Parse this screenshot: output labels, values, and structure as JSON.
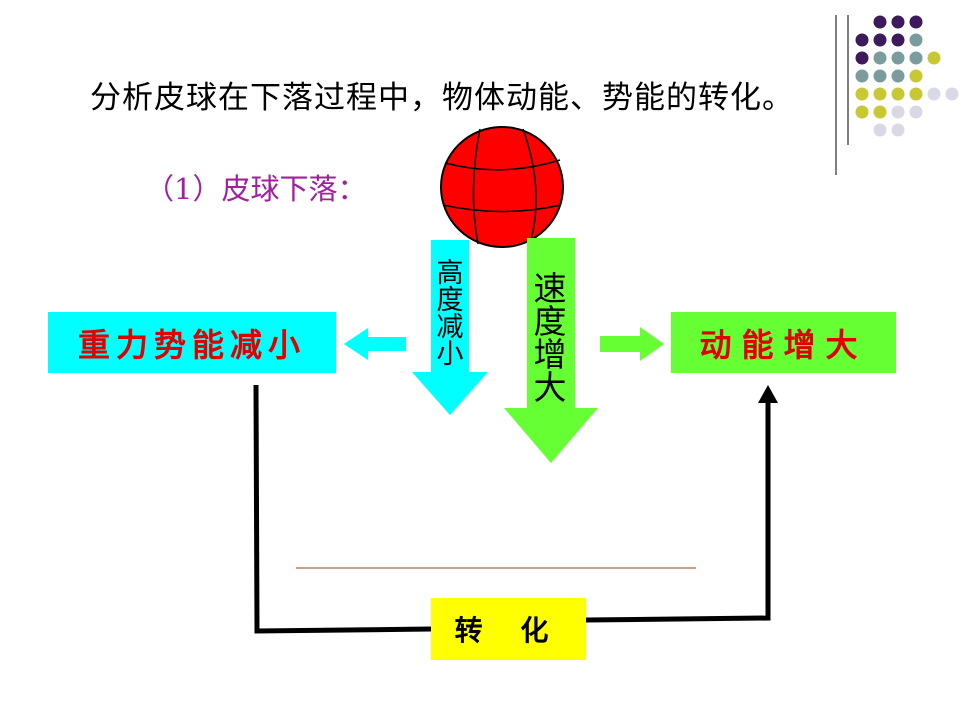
{
  "title": "分析皮球在下落过程中，物体动能、势能的转化。",
  "subtitle": "（1）皮球下落：",
  "height_arrow": {
    "label": "高度减小",
    "color": "#00ffff"
  },
  "speed_arrow": {
    "label": "速度增大",
    "color": "#66ff33"
  },
  "potential_energy_box": {
    "label": "重力势能减小",
    "color": "#00ffff"
  },
  "kinetic_energy_box": {
    "label": "动能增大",
    "color": "#66ff33"
  },
  "conversion_box": {
    "label": "转 化",
    "color": "#ffff00"
  },
  "ball": {
    "color": "#ff0000"
  },
  "dot_colors": [
    "#3d1a5c",
    "#7b9c9c",
    "#c8c832",
    "#d9d9e6"
  ]
}
